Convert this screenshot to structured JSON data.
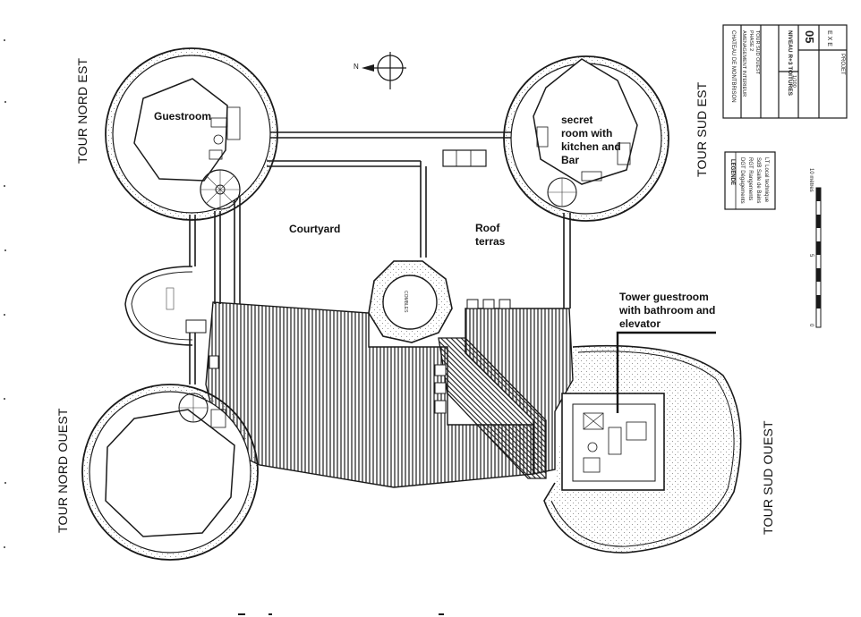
{
  "rooms": {
    "guestroom": "Guestroom",
    "secret_room": [
      "secret",
      "room with",
      "kitchen and",
      "Bar"
    ],
    "courtyard": "Courtyard",
    "roof_terras": [
      "Roof",
      "terras"
    ],
    "tower_guestroom": [
      "Tower guestroom",
      "with bathroom and",
      "elevator"
    ]
  },
  "towers": {
    "nord_est": "TOUR NORD EST",
    "sud_est": "TOUR SUD EST",
    "nord_ouest": "TOUR NORD OUEST",
    "sud_ouest": "TOUR SUD OUEST"
  },
  "compass": {
    "north": "N"
  },
  "title_block": {
    "project": "CHATEAU DE MONTBRISON",
    "subtitle": "AMENAGEMENT INTERIEUR",
    "phase": "PHASE 2",
    "building": "TOUR SUD OUEST",
    "level": "NIVEAU R+3 TOITURES",
    "scale": "1/100",
    "sheet": "05",
    "status": "E X E",
    "stage": "PROJET"
  },
  "legend": {
    "title": "LEGENDE",
    "items": [
      "DGT Dégagements",
      "RGT Rangements",
      "SdB Salle de Bains",
      "LT Local technique"
    ]
  },
  "scale_bar": {
    "start": "0",
    "mid": "5",
    "end": "10 mètres"
  },
  "colors": {
    "ink": "#1a1a1a",
    "background": "#ffffff"
  }
}
